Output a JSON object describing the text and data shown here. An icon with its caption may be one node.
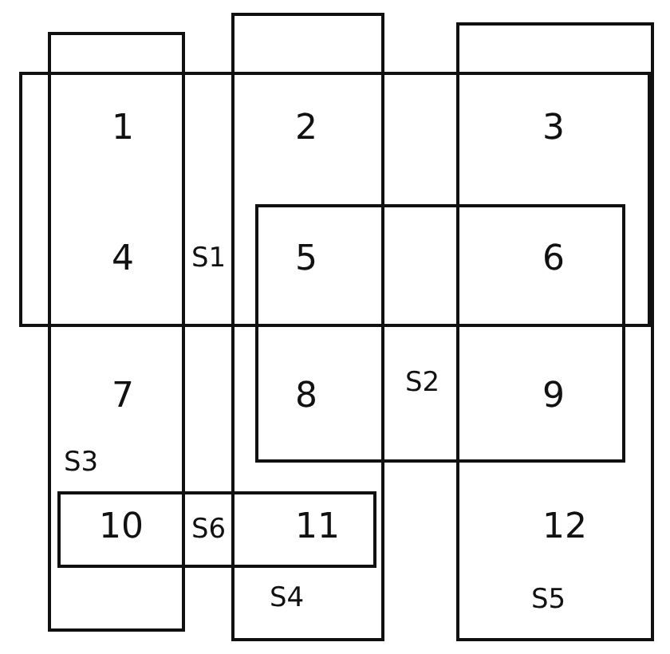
{
  "diagram": {
    "nodes": [
      {
        "text": [
          "S1"
        ]
      },
      {
        "text": [
          "S2"
        ]
      },
      {
        "text": [
          "S3"
        ]
      },
      {
        "text": [
          "S6"
        ]
      },
      {
        "text": [
          "S4"
        ]
      },
      {
        "text": [
          "S5"
        ]
      }
    ],
    "labels": [
      "1",
      "2",
      "3",
      "4",
      "5",
      "6",
      "7",
      "8",
      "9",
      "10",
      "11",
      "12"
    ]
  }
}
